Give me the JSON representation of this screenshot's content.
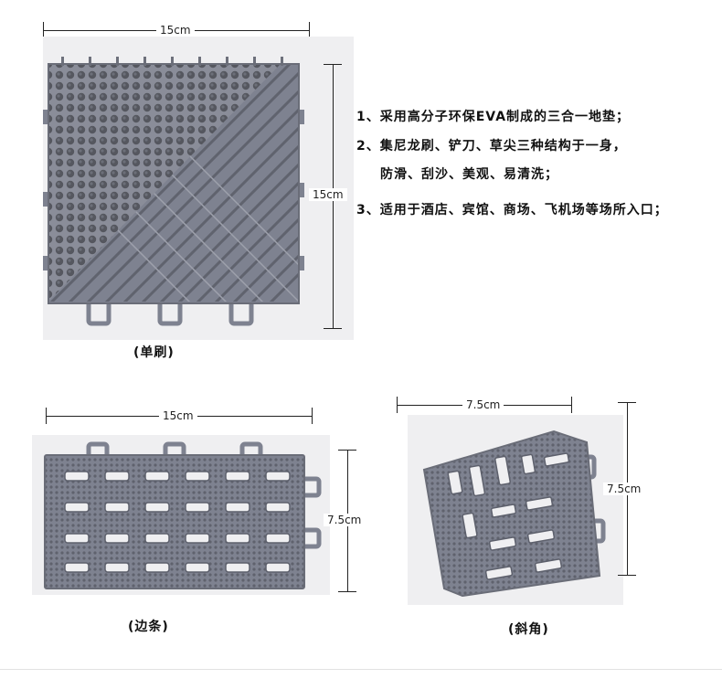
{
  "product_single": {
    "width_label": "15cm",
    "height_label": "15cm",
    "caption": "(单刷)"
  },
  "features": [
    "1、采用高分子环保EVA制成的三合一地垫；",
    "2、集尼龙刷、铲刀、草尖三种结构于一身，",
    "防滑、刮沙、美观、易清洗；",
    "3、适用于酒店、宾馆、商场、飞机场等场所入口；"
  ],
  "product_edge": {
    "width_label": "15cm",
    "height_label": "7.5cm",
    "caption": "(边条)"
  },
  "product_corner": {
    "width_label": "7.5cm",
    "height_label": "7.5cm",
    "caption": "(斜角)"
  },
  "colors": {
    "mat": "#7e8290",
    "mat_dark": "#5d606c",
    "bristle": "#4e5058",
    "photo_bg": "#efeff1"
  }
}
